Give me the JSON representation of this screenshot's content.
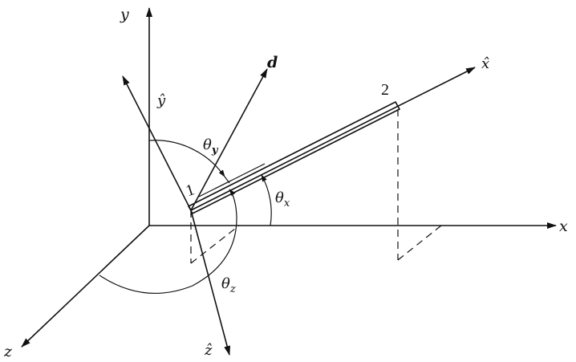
{
  "axes": {
    "global_x": "x",
    "global_y": "y",
    "global_z": "z",
    "local_x": "x̂",
    "local_y": "ŷ",
    "local_z": "ẑ",
    "d": "d"
  },
  "angles": {
    "theta_x": {
      "symbol": "θ",
      "sub": "x"
    },
    "theta_y": {
      "symbol": "θ",
      "sub": "y"
    },
    "theta_z": {
      "symbol": "θ",
      "sub": "z"
    }
  },
  "nodes": {
    "start": "1",
    "end": "2"
  }
}
